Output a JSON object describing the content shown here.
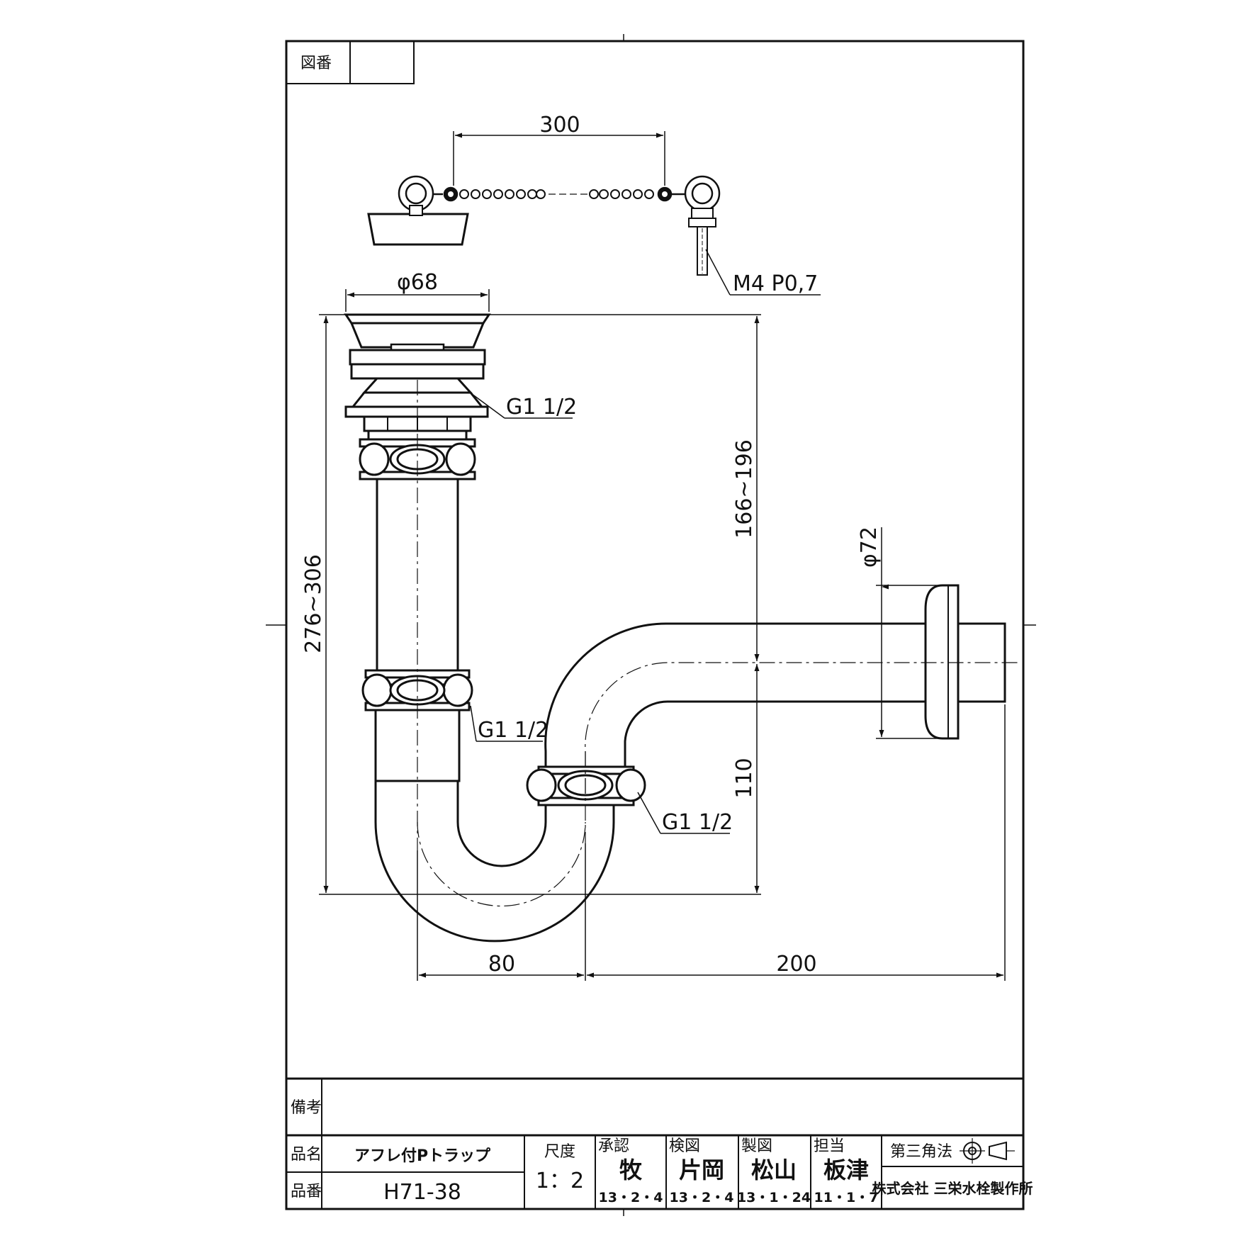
{
  "drawing_no_label": "図番",
  "drawing_no_value": "",
  "dimensions": {
    "chain_length": "300",
    "stopper_dia": "φ68",
    "thread": "M4 P0,7",
    "thread_top": "G1 1/2",
    "thread_mid": "G1 1/2",
    "thread_trap": "G1 1/2",
    "overall_height": "276~306",
    "outlet_height": "166~196",
    "trap_height": "110",
    "flange_dia": "φ72",
    "offset": "80",
    "outlet_length": "200"
  },
  "title_block": {
    "remarks_label": "備考",
    "remarks_value": "",
    "product_name_label": "品名",
    "product_name": "アフレ付Pトラップ",
    "product_no_label": "品番",
    "product_no": "H71-38",
    "scale_label": "尺度",
    "scale": "1：2",
    "approved_label": "承認",
    "approved_by": "牧",
    "approved_date": "13・2・4",
    "checked_label": "検図",
    "checked_by": "片岡",
    "checked_date": "13・2・4",
    "drawn_label": "製図",
    "drawn_by": "松山",
    "drawn_date": "13・1・24",
    "charge_label": "担当",
    "charge_by": "板津",
    "charge_date": "11・1・7",
    "projection_label": "第三角法",
    "company": "株式会社 三栄水栓製作所"
  }
}
